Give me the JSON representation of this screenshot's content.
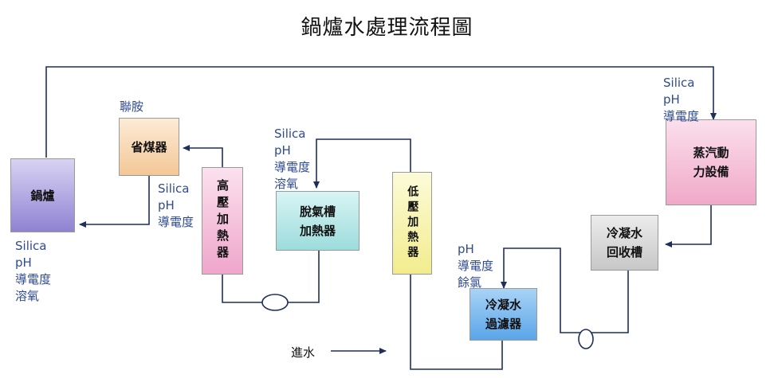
{
  "title": "鍋爐水處理流程圖",
  "units": {
    "boiler": "鍋爐",
    "economizer": "省煤器",
    "hp_heater": "高壓加熱器",
    "deaerator": [
      "脫氣槽",
      "加熱器"
    ],
    "lp_heater": "低壓加熱器",
    "condensate_filter": [
      "冷凝水",
      "過濾器"
    ],
    "steam_equipment": [
      "蒸汽動",
      "力設備"
    ],
    "condensate_tank": [
      "冷凝水",
      "回收槽"
    ]
  },
  "labels": {
    "hydrazine": "聯胺",
    "feed_water": "進水",
    "boiler_params": [
      "Silica",
      "pH",
      "導電度",
      "溶氧"
    ],
    "economizer_params": [
      "Silica",
      "pH",
      "導電度"
    ],
    "deaerator_params": [
      "Silica",
      "pH",
      "導電度",
      "溶氧"
    ],
    "steam_params": [
      "Silica",
      "pH",
      "導電度"
    ],
    "filter_params": [
      "pH",
      "導電度",
      "餘氯"
    ]
  },
  "colors": {
    "boiler": "#9b8fd6",
    "economizer": "#f8d9b3",
    "hp_heater": "#f2b9d6",
    "deaerator": "#a9e3e3",
    "lp_heater": "#f7f3a6",
    "condensate_filter": "#6fb2ec",
    "steam_equipment": "#f2b8d2",
    "condensate_tank": "#cfcfcf",
    "pipe": "#1f2f5a",
    "label": "#2f4b8f"
  }
}
